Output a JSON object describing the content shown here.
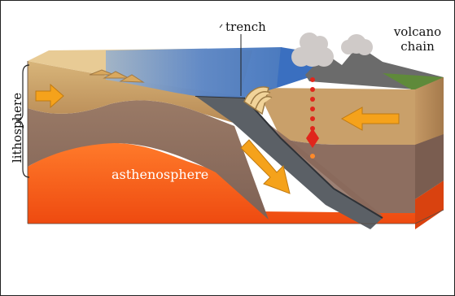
{
  "labels": {
    "trench": "trench",
    "volcano_line1": "volcano",
    "volcano_line2": "chain",
    "asthenosphere": "asthenosphere",
    "lithosphere": "lithosphere"
  },
  "colors": {
    "ocean": "#4a7fc4",
    "crust_tan": "#c9a066",
    "lithosphere_brown": "#8a6d5a",
    "asthenosphere": "#ff5a1a",
    "slab_dark": "#555a60",
    "magma": "#e0261c",
    "arrow": "#f5a21b"
  }
}
